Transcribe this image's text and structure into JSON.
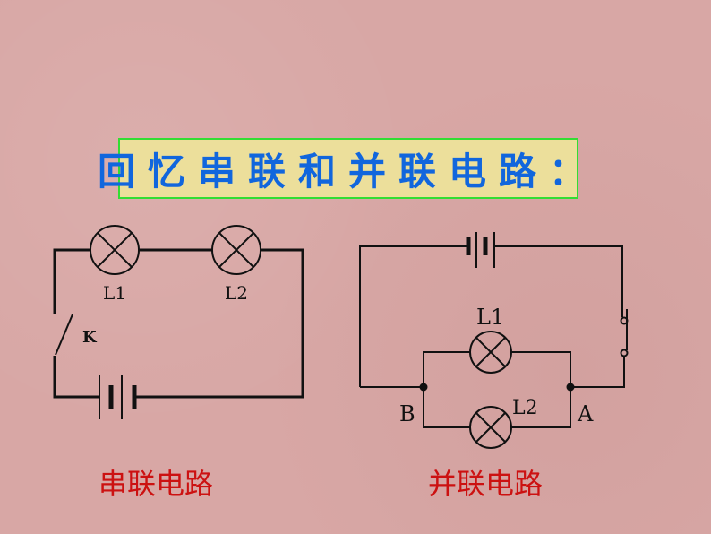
{
  "title": "回忆串联和并联电路：",
  "series_circuit": {
    "caption": "串联电路",
    "lamp1_label": "L1",
    "lamp2_label": "L2",
    "switch_label": "K"
  },
  "parallel_circuit": {
    "caption": "并联电路",
    "lamp1_label": "L1",
    "lamp2_label": "L2",
    "node_a_label": "A",
    "node_b_label": "B"
  },
  "colors": {
    "background": "#d8a7a5",
    "title_bg": "#ecdf9b",
    "title_border": "#33dd33",
    "title_text": "#1166dd",
    "caption": "#cc1111"
  }
}
